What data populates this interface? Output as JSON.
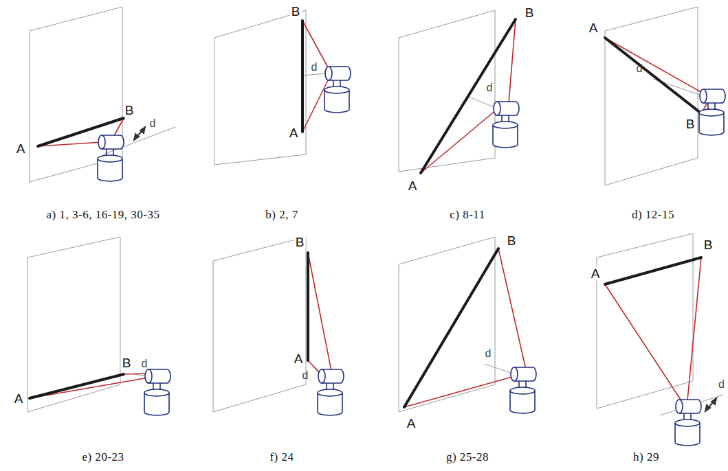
{
  "diagram": {
    "labels": [
      "A",
      "B",
      "d",
      "a) 1, 3-6, 16-19, 30-35",
      "B",
      "A",
      "d",
      "b) 2, 7",
      "A",
      "B",
      "d",
      "c) 8-11",
      "A",
      "B",
      "d",
      "d) 12-15",
      "A",
      "B",
      "d",
      "e) 20-23",
      "B",
      "A",
      "d",
      "f) 24",
      "A",
      "B",
      "d",
      "g) 25-28",
      "A",
      "B",
      "d",
      "h) 29"
    ]
  }
}
